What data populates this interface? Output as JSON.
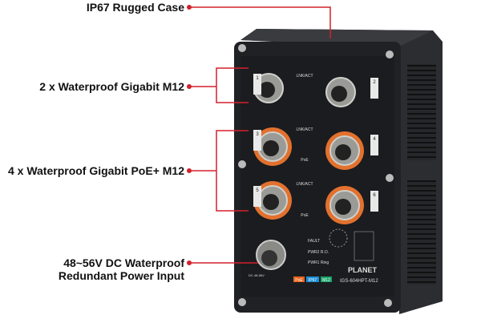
{
  "callouts": [
    {
      "label": "IP67 Rugged Case"
    },
    {
      "label": "2 x Waterproof Gigabit M12"
    },
    {
      "label": "4 x Waterproof Gigabit PoE+ M12"
    },
    {
      "label_line1": "48~56V DC Waterproof",
      "label_line2": "Redundant Power Input"
    }
  ],
  "device": {
    "brand": "PLANET",
    "model": "IGS-604HPT-M12",
    "port_numbers": [
      "1",
      "2",
      "3",
      "4",
      "5",
      "6"
    ],
    "lnk_act": "LNK/ACT",
    "poe": "PoE",
    "leds": [
      "FAULT",
      "PWR2 R.O.",
      "PWR1 Ring"
    ],
    "power_label": "DC 48-56V",
    "badges": [
      {
        "text": "PoE",
        "color": "#e8651f"
      },
      {
        "text": "IP67",
        "color": "#1e8fd6"
      },
      {
        "text": "M12",
        "color": "#1aa56b"
      }
    ]
  },
  "colors": {
    "callout_line": "#d4202c",
    "body": "#2a2b2e",
    "panel": "#1e1f22",
    "poe_ring": "#e2712e"
  }
}
